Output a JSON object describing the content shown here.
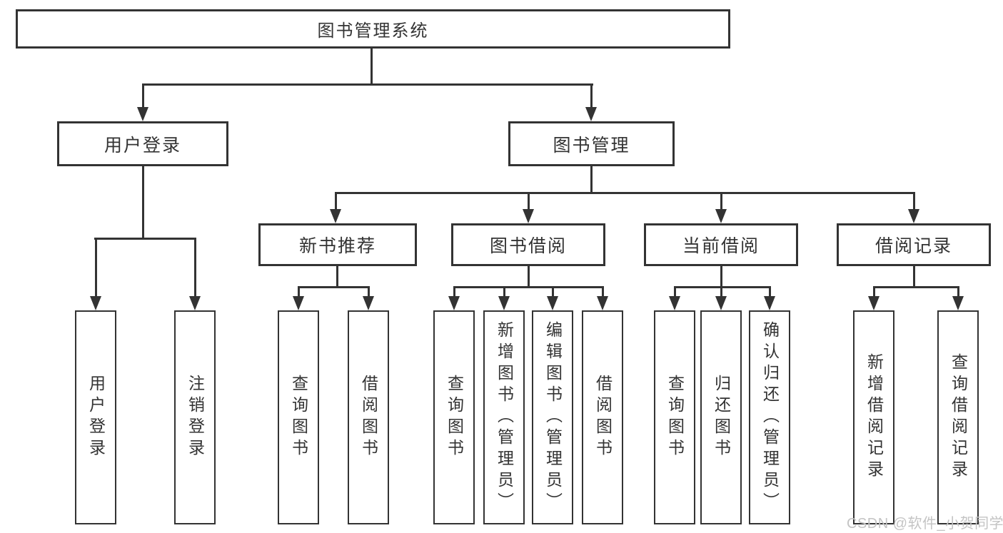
{
  "colors": {
    "line": "#333333",
    "text": "#333333",
    "box_background": "#ffffff",
    "page_background": "#ffffff",
    "watermark_text": "#c4c4c4"
  },
  "watermark": {
    "text": "CSDN @软件_小贺同学"
  },
  "tree": {
    "root": {
      "label": "图书管理系统",
      "children": [
        {
          "label": "用户登录",
          "children": [
            {
              "label": "用户登录"
            },
            {
              "label": "注销登录"
            }
          ]
        },
        {
          "label": "图书管理",
          "children": [
            {
              "label": "新书推荐",
              "children": [
                {
                  "label": "查询图书"
                },
                {
                  "label": "借阅图书"
                }
              ]
            },
            {
              "label": "图书借阅",
              "children": [
                {
                  "label": "查询图书"
                },
                {
                  "label": "新增图书（管理员）"
                },
                {
                  "label": "编辑图书（管理员）"
                },
                {
                  "label": "借阅图书"
                }
              ]
            },
            {
              "label": "当前借阅",
              "children": [
                {
                  "label": "查询图书"
                },
                {
                  "label": "归还图书"
                },
                {
                  "label": "确认归还（管理员）"
                }
              ]
            },
            {
              "label": "借阅记录",
              "children": [
                {
                  "label": "新增借阅记录"
                },
                {
                  "label": "查询借阅记录"
                }
              ]
            }
          ]
        }
      ]
    }
  }
}
